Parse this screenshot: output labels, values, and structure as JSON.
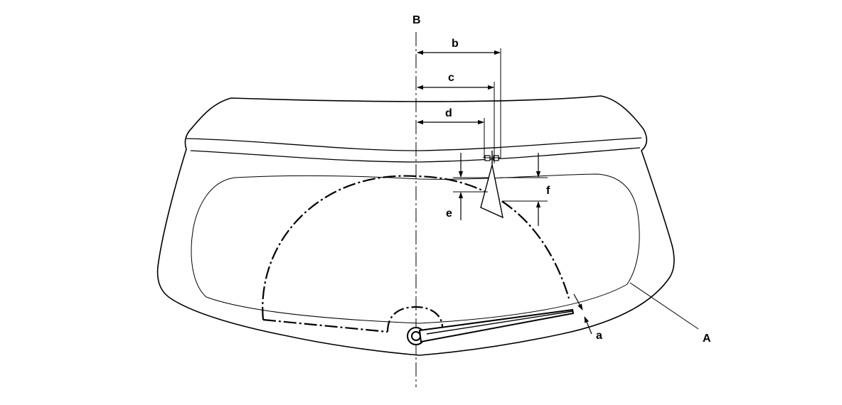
{
  "labels": {
    "centerline": "B",
    "glass_edge": "A",
    "dim_b": "b",
    "dim_c": "c",
    "dim_d": "d",
    "dim_e": "e",
    "dim_f": "f",
    "dim_a": "a"
  }
}
